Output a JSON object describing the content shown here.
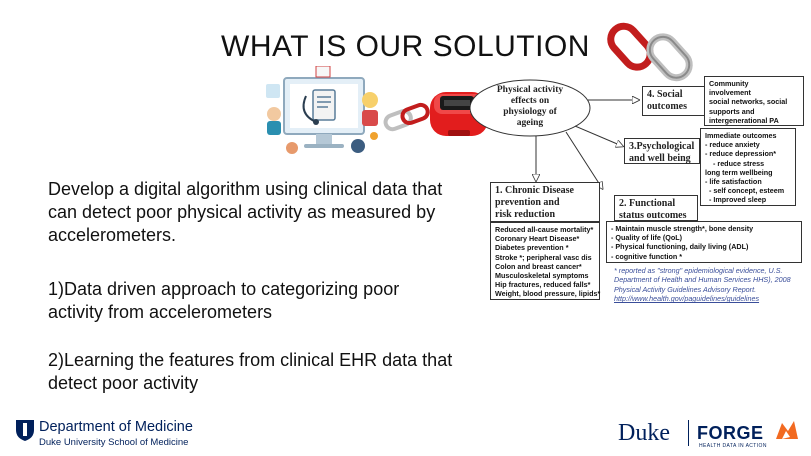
{
  "slide": {
    "title": "WHAT IS OUR SOLUTION",
    "body": {
      "para1": [
        "Develop a digital algorithm using clinical data that",
        "can detect poor physical activity as measured by",
        "accelerometers."
      ],
      "item1": [
        "1)Data driven approach to categorizing poor",
        "activity from accelerometers"
      ],
      "item2": [
        "2)Learning the features from clinical EHR data that",
        "detect poor activity"
      ]
    }
  },
  "diagram": {
    "center": [
      "Physical activity",
      "effects on",
      "physiology of",
      "ageing"
    ],
    "social_label": [
      "4. Social",
      "outcomes"
    ],
    "social_list": [
      "Community",
      "involvement",
      "social networks, social",
      "supports and",
      "intergenerational PA"
    ],
    "psych_label": [
      "3.Psychological",
      "and well being"
    ],
    "psych_list": [
      "Immediate outcomes",
      "- reduce anxiety",
      "- reduce depression*",
      "- reduce stress",
      "long term wellbeing",
      "- life satisfaction",
      "- self concept, esteem",
      "- Improved sleep"
    ],
    "chronic_label": [
      "1. Chronic Disease",
      "prevention and",
      "risk reduction"
    ],
    "chronic_list": [
      "Reduced all-cause mortality*",
      "Coronary Heart Disease*",
      "Diabetes prevention *",
      "Stroke *; peripheral vasc dis",
      "Colon and breast cancer*",
      "Musculoskeletal symptoms",
      "Hip fractures, reduced falls*",
      "Weight, blood pressure, lipids*"
    ],
    "functional_label": [
      "2. Functional",
      "status outcomes"
    ],
    "functional_list": [
      "-   Maintain muscle strength*, bone density",
      "-   Quality of life (QoL)",
      "-   Physical functioning, daily living (ADL)",
      "-   cognitive function *"
    ],
    "note": [
      "* reported as \"strong\" epidemiological evidence, U.S.",
      "Department of Health and Human Services HHS), 2008",
      "Physical Activity Guidelines Advisory Report."
    ],
    "note_url": "http://www.health.gov/paguidelines/guidelines"
  },
  "footer": {
    "dept": "Department of Medicine",
    "school": "Duke University School of Medicine",
    "duke": "Duke",
    "forge": "FORGE",
    "forge_tag": "HEALTH DATA IN ACTION"
  },
  "colors": {
    "chain_red": "#d42020",
    "duke_blue": "#00205b",
    "forge_orange": "#f26a21",
    "teal": "#1ea6b5"
  }
}
